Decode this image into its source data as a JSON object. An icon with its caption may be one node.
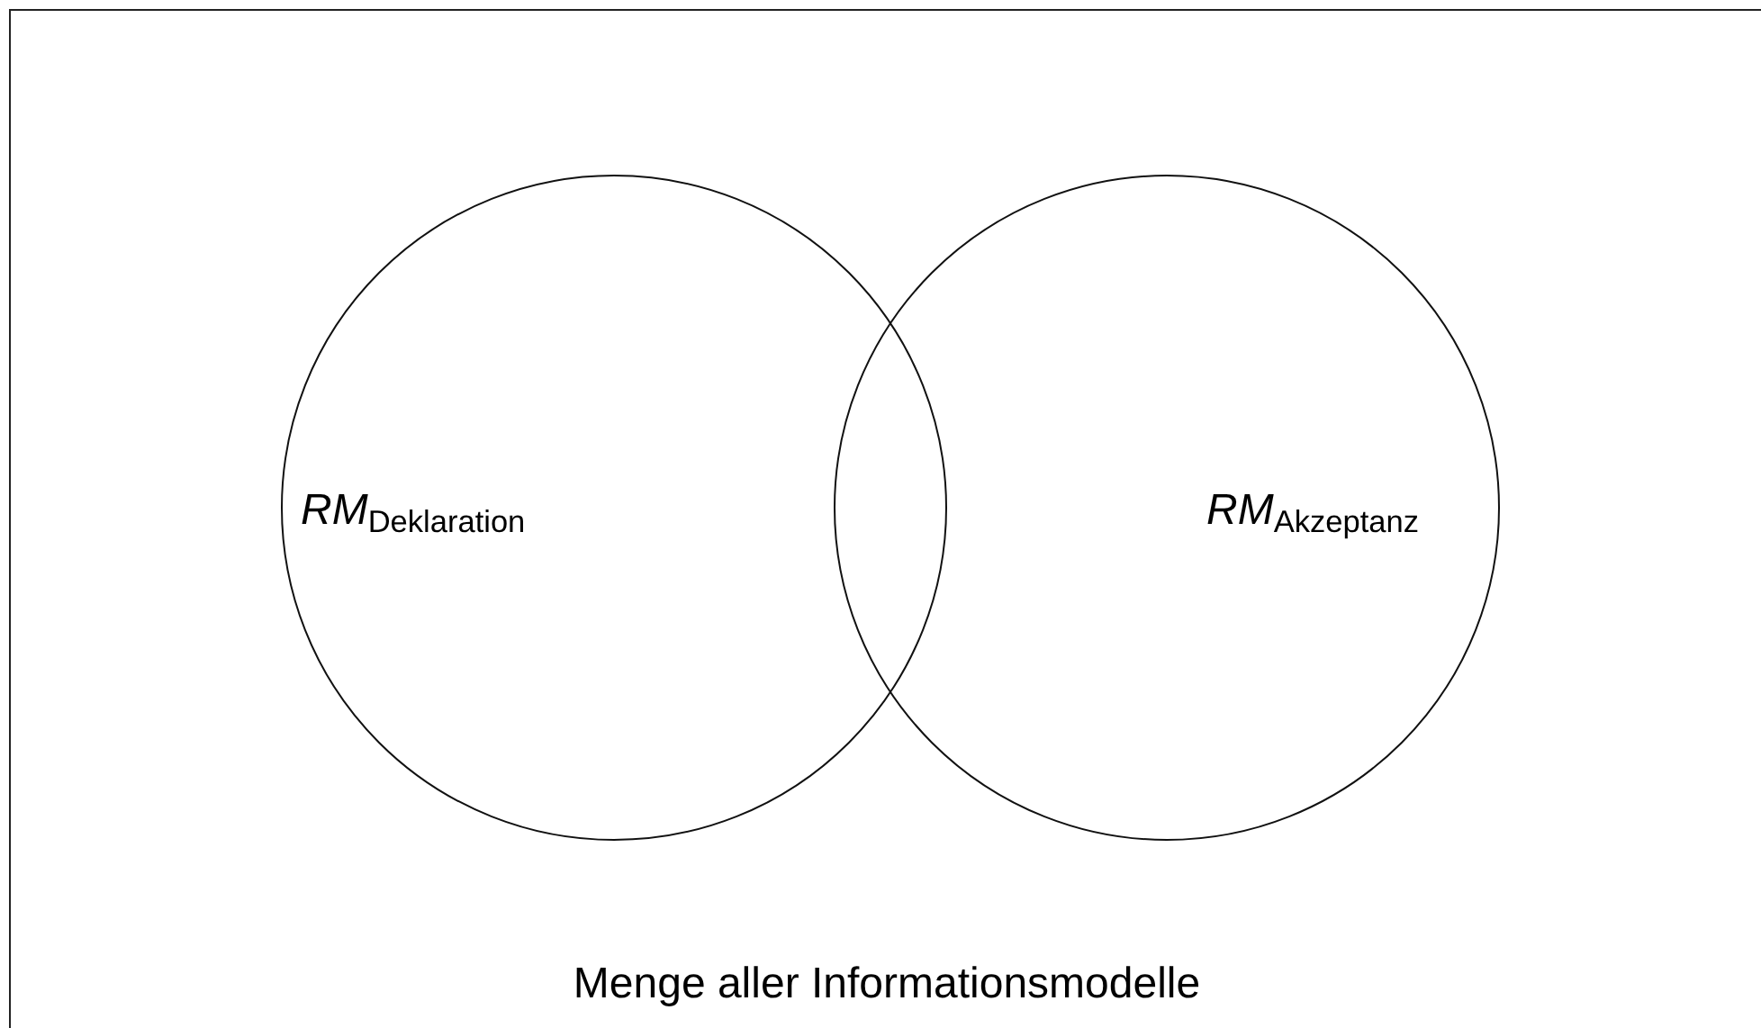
{
  "diagram": {
    "nodes": [
      {
        "text": [
          "Menge aller Informationsmodelle"
        ]
      },
      {
        "text": [
          "*RM*$_{Deklaration}$"
        ],
        "in": 0
      },
      {
        "text": [
          "*RM*$_{Akzeptanz}$"
        ],
        "in": 0
      }
    ]
  }
}
